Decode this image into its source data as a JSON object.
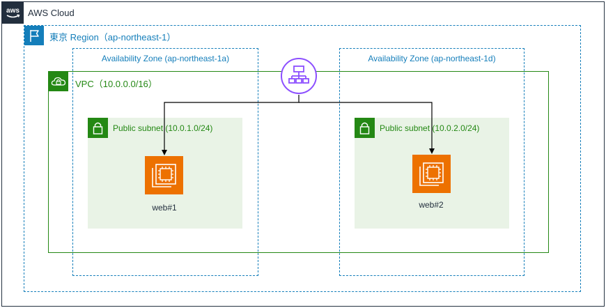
{
  "cloud": {
    "label": "AWS Cloud",
    "icon": "aws-logo-icon"
  },
  "region": {
    "label": "東京 Region（ap-northeast-1）",
    "icon": "region-flag-icon"
  },
  "availability_zones": [
    {
      "label": "Availability Zone (ap-northeast-1a)"
    },
    {
      "label": "Availability Zone (ap-northeast-1d)"
    }
  ],
  "vpc": {
    "label": "VPC（10.0.0.0/16）",
    "icon": "vpc-cloud-lock-icon"
  },
  "subnets": [
    {
      "label": "Public subnet (10.0.1.0/24)",
      "icon": "subnet-lock-icon"
    },
    {
      "label": "Public subnet (10.0.2.0/24)",
      "icon": "subnet-lock-icon"
    }
  ],
  "instances": [
    {
      "label": "web#1",
      "icon": "ec2-instance-icon"
    },
    {
      "label": "web#2",
      "icon": "ec2-instance-icon"
    }
  ],
  "load_balancer": {
    "icon": "elastic-load-balancer-icon"
  },
  "colors": {
    "cloud": "#232f3e",
    "region": "#147eba",
    "vpc": "#248814",
    "subnet_fill": "#e9f3e6",
    "ec2": "#ed7100",
    "elb": "#8c4fff"
  }
}
